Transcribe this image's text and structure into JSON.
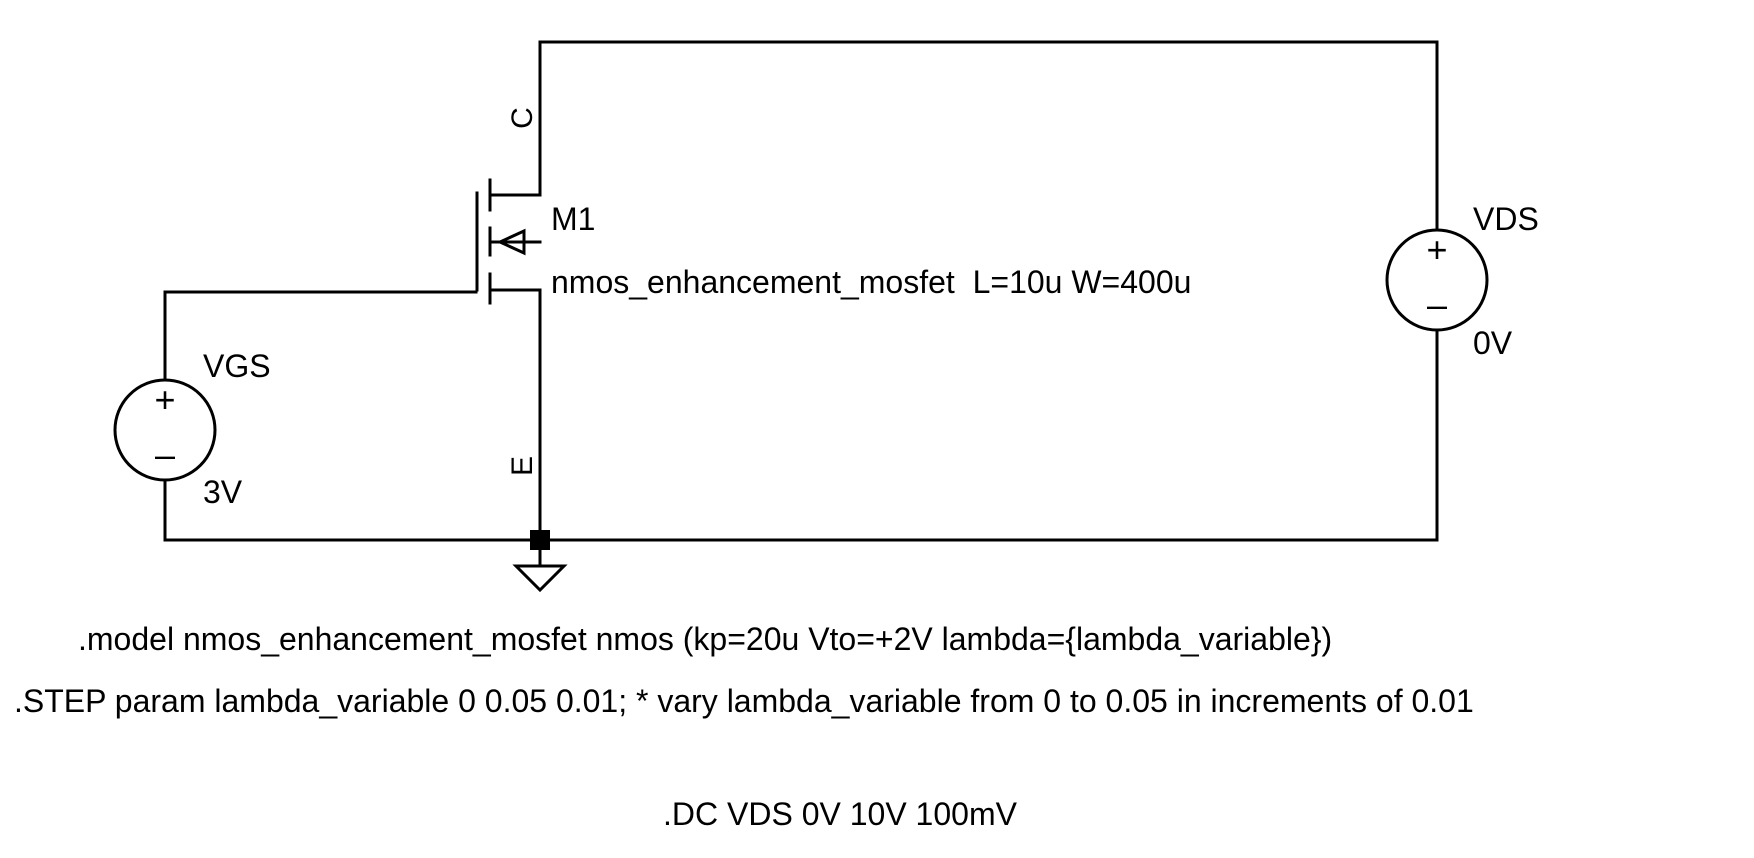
{
  "transistor": {
    "name": "M1",
    "model_label": "nmos_enhancement_mosfet  L=10u W=400u",
    "top_pin": "C",
    "bottom_pin": "E"
  },
  "source_vgs": {
    "name": "VGS",
    "value": "3V",
    "plus": "+",
    "minus": "–"
  },
  "source_vds": {
    "name": "VDS",
    "value": "0V",
    "plus": "+",
    "minus": "–"
  },
  "directives": {
    "model": ".model nmos_enhancement_mosfet nmos (kp=20u Vto=+2V lambda={lambda_variable})",
    "step": ".STEP param lambda_variable 0 0.05 0.01; * vary lambda_variable from 0 to 0.05 in increments of 0.01",
    "dc": ".DC VDS 0V 10V 100mV"
  },
  "colors": {
    "wire": "#000000",
    "background": "#ffffff"
  }
}
